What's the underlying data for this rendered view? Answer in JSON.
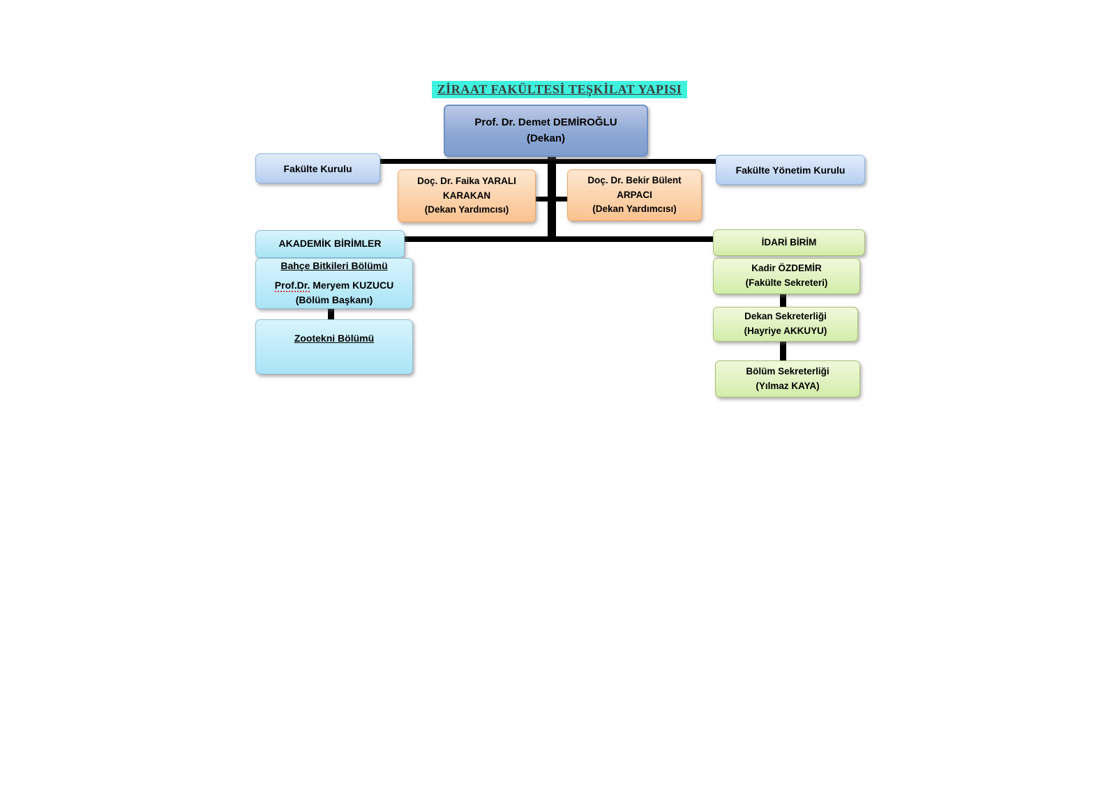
{
  "title": {
    "text": "ZİRAAT FAKÜLTESİ TEŞKİLAT YAPISI"
  },
  "boxes": {
    "dekan": {
      "name": "Prof. Dr. Demet DEMİROĞLU",
      "role": "(Dekan)"
    },
    "fakulte_kurulu": {
      "label": "Fakülte Kurulu"
    },
    "fakulte_yonetim_kurulu": {
      "label": "Fakülte Yönetim Kurulu"
    },
    "dekan_yardimcisi_1": {
      "line1": "Doç. Dr. Faika YARALI",
      "line2": "KARAKAN",
      "role": "(Dekan Yardımcısı)"
    },
    "dekan_yardimcisi_2": {
      "line1": "Doç. Dr. Bekir Bülent",
      "line2": "ARPACI",
      "role": "(Dekan Yardımcısı)"
    },
    "akademik_birimler": {
      "label": "AKADEMİK BİRİMLER"
    },
    "idari_birim": {
      "label": "İDARİ BİRİM"
    },
    "bahce_bitkileri": {
      "title": "Bahçe Bitkileri Bölümü",
      "head_prefix": "Prof.Dr.",
      "head_name": "Meryem KUZUCU",
      "role": "(Bölüm Başkanı)"
    },
    "zootekni": {
      "title": "Zootekni Bölümü"
    },
    "fakulte_sekreteri": {
      "name": "Kadir ÖZDEMİR",
      "role": "(Fakülte Sekreteri)"
    },
    "dekan_sekreterligi": {
      "title": "Dekan Sekreterliği",
      "person": "(Hayriye AKKUYU)"
    },
    "bolum_sekreterligi": {
      "title": "Bölüm Sekreterliği",
      "person": "(Yılmaz KAYA)"
    }
  },
  "colors": {
    "title_highlight": "#3FF2DE",
    "dean_fill": "#8DA8D4",
    "side_blue_fill": "#C3D6F2",
    "vice_dean_fill": "#FAC28F",
    "academic_fill": "#AAE4F6",
    "admin_fill": "#D2EDAA",
    "connector": "#000000"
  }
}
